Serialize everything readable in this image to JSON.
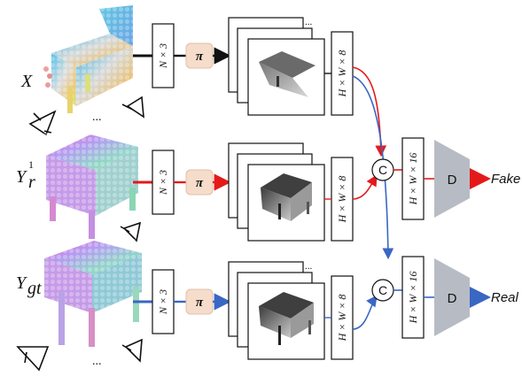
{
  "rows": [
    {
      "id": "x",
      "input_label": "X",
      "input_sub": "",
      "input_sup": "",
      "shape_label": "N × 3",
      "proj_label": "π",
      "depth_label": "H × W × 8",
      "ellipsis": "..."
    },
    {
      "id": "yr",
      "input_label": "Y",
      "input_sub": "r",
      "input_sup": "1",
      "shape_label": "N × 3",
      "proj_label": "π",
      "depth_label": "H × W × 8",
      "ellipsis": ""
    },
    {
      "id": "ygt",
      "input_label": "Y",
      "input_sub": "gt",
      "input_sup": "",
      "shape_label": "N × 3",
      "proj_label": "π",
      "depth_label": "H × W × 8",
      "ellipsis": "..."
    }
  ],
  "branches": [
    {
      "concat_label": "C",
      "concat_shape": "H × W × 16",
      "disc_label": "D",
      "output": "Fake",
      "color": "#e41a1a"
    },
    {
      "concat_label": "C",
      "concat_shape": "H × W × 16",
      "disc_label": "D",
      "output": "Real",
      "color": "#3a66c4"
    }
  ],
  "colors": {
    "x_arrow": "#111111",
    "fake": "#e41a1a",
    "real": "#3a66c4",
    "proj_box": "#f6dccb",
    "disc": "#b7bcc4"
  }
}
